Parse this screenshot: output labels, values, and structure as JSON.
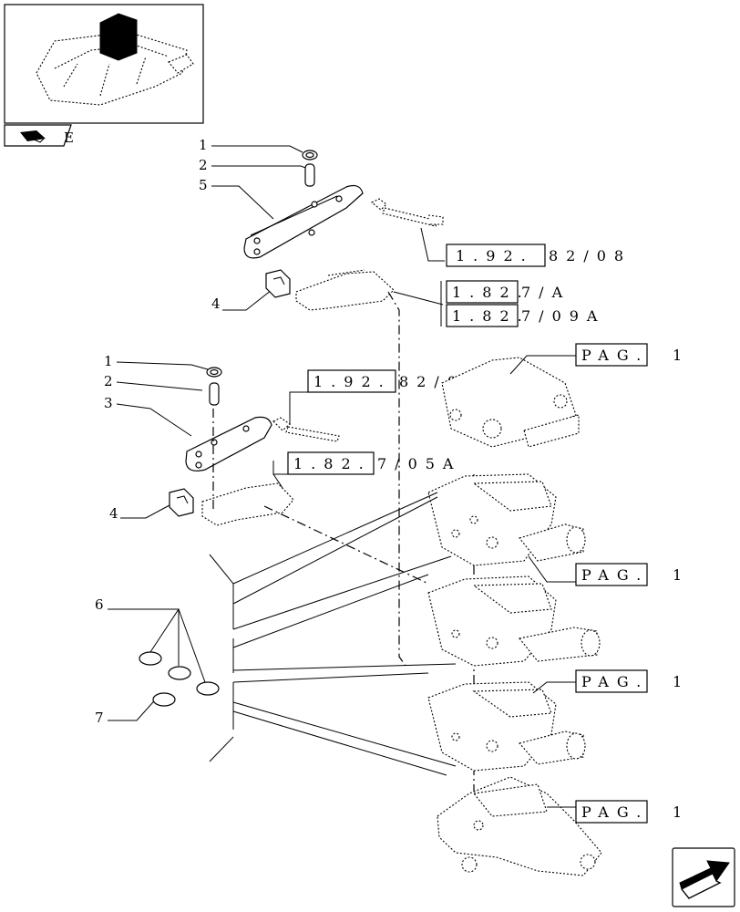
{
  "thumbnail": {
    "tab_label": "E"
  },
  "callouts": {
    "c1a": "1",
    "c2a": "2",
    "c5": "5",
    "c4a": "4",
    "c1b": "1",
    "c2b": "2",
    "c3": "3",
    "c4b": "4",
    "c6": "6",
    "c7": "7"
  },
  "references": {
    "r1": {
      "boxed": "1.92.",
      "rest": "82/08"
    },
    "r2": {
      "boxed": "1.82.",
      "rest": "7/A"
    },
    "r3": {
      "boxed": "1.82.",
      "rest": "7/09A"
    },
    "r4": {
      "boxed": "1.92.",
      "rest": "82/08"
    },
    "r5": {
      "boxed": "1.82.",
      "rest": "7/05A"
    },
    "p1": {
      "boxed": "PAG.",
      "rest": "1"
    },
    "p2": {
      "boxed": "PAG.",
      "rest": "1"
    },
    "p3": {
      "boxed": "PAG.",
      "rest": "1"
    },
    "p4": {
      "boxed": "PAG.",
      "rest": "1"
    }
  }
}
